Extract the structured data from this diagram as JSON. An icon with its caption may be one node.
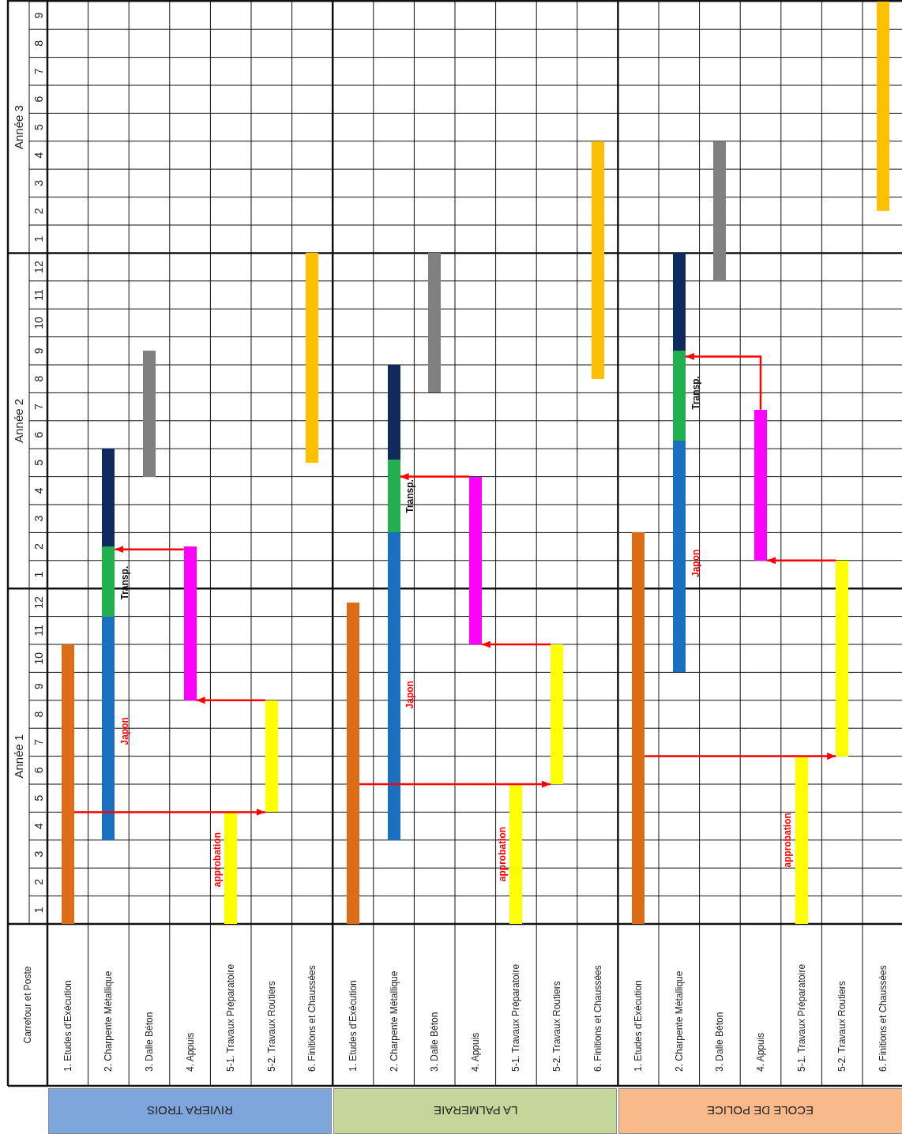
{
  "diagram": {
    "nodes": [
      {
        "text": [
          "RIVIERA TROIS"
        ]
      },
      {
        "text": [],
        "shape": "bar"
      },
      {
        "text": [],
        "shape": "bar",
        "beside": [
          "Japon"
        ]
      },
      {
        "text": [],
        "shape": "bar",
        "beside": [
          "Transp."
        ]
      },
      {
        "text": [],
        "shape": "bar"
      },
      {
        "text": [],
        "shape": "bar"
      },
      {
        "text": [],
        "shape": "bar"
      },
      {
        "text": [],
        "shape": "bar",
        "beside": [
          "approbation"
        ]
      },
      {
        "text": [],
        "shape": "bar"
      },
      {
        "text": [],
        "shape": "bar"
      },
      {
        "text": [
          "LA PALMERAIE"
        ]
      },
      {
        "text": [],
        "shape": "bar"
      },
      {
        "text": [],
        "shape": "bar",
        "beside": [
          "Japon"
        ]
      },
      {
        "text": [],
        "shape": "bar",
        "beside": [
          "Transp."
        ]
      },
      {
        "text": [],
        "shape": "bar"
      },
      {
        "text": [],
        "shape": "bar"
      },
      {
        "text": [],
        "shape": "bar"
      },
      {
        "text": [],
        "shape": "bar",
        "beside": [
          "approbation"
        ]
      },
      {
        "text": [],
        "shape": "bar"
      },
      {
        "text": [],
        "shape": "bar"
      },
      {
        "text": [
          "ECOLE DE POLICE"
        ]
      },
      {
        "text": [],
        "shape": "bar"
      },
      {
        "text": [],
        "shape": "bar",
        "beside": [
          "Japon"
        ]
      },
      {
        "text": [],
        "shape": "bar",
        "beside": [
          "Transp."
        ]
      },
      {
        "text": [],
        "shape": "bar"
      },
      {
        "text": [],
        "shape": "bar"
      },
      {
        "text": [],
        "shape": "bar"
      },
      {
        "text": [],
        "shape": "bar",
        "beside": [
          "approbation"
        ]
      },
      {
        "text": [],
        "shape": "bar"
      },
      {
        "text": [],
        "shape": "bar"
      }
    ],
    "edges": [
      {
        "from": 1,
        "to": 8,
        "arrow": "to"
      },
      {
        "from": 8,
        "to": 6,
        "arrow": "to"
      },
      {
        "from": 6,
        "to": 3,
        "arrow": "to"
      },
      {
        "from": 11,
        "to": 18,
        "arrow": "to"
      },
      {
        "from": 18,
        "to": 16,
        "arrow": "to"
      },
      {
        "from": 16,
        "to": 13,
        "arrow": "to"
      },
      {
        "from": 21,
        "to": 28,
        "arrow": "to"
      },
      {
        "from": 28,
        "to": 26,
        "arrow": "to"
      },
      {
        "from": 26,
        "to": 23,
        "arrow": "to"
      }
    ],
    "labels": [
      "Carrefour et Poste",
      "Année 1",
      "Année 2",
      "Année 3",
      "1",
      "2",
      "3",
      "4",
      "5",
      "6",
      "7",
      "8",
      "9",
      "10",
      "11",
      "12",
      "1",
      "2",
      "3",
      "4",
      "5",
      "6",
      "7",
      "8",
      "9",
      "10",
      "11",
      "12",
      "1",
      "2",
      "3",
      "4",
      "5",
      "6",
      "7",
      "8",
      "9",
      "1. Etudes d'Exécution",
      "2. Charpente Métallique",
      "3. Dalle Béton",
      "4. Appuis",
      "5-1. Travaux Préparatoire",
      "5-2. Travaux Routiers",
      "6. Finitions et Chaussées",
      "1. Etudes d'Exécution",
      "2. Charpente Métallique",
      "3. Dalle Béton",
      "4. Appuis",
      "5-1. Travaux Préparatoire",
      "5-2. Travaux Routiers",
      "6. Finitions et Chaussées",
      "1. Etudes d'Exécution",
      "2. Charpente Métallique",
      "3. Dalle Béton",
      "4. Appuis",
      "5-1. Travaux Préparatoire",
      "5-2. Travaux Routiers",
      "6. Finitions et Chaussées"
    ]
  }
}
